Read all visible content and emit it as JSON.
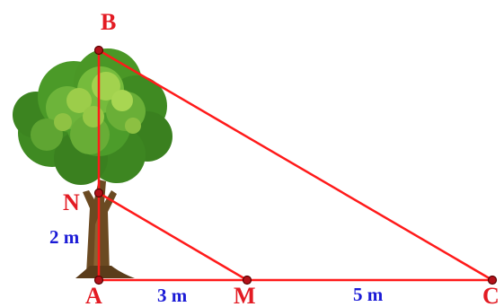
{
  "points": {
    "A": "A",
    "B": "B",
    "C": "C",
    "M": "M",
    "N": "N"
  },
  "lengths": {
    "AN": "2 m",
    "AM": "3 m",
    "MC": "5 m"
  },
  "colors": {
    "segment": "#ff1a1a",
    "point_label": "#e31b23",
    "length_label": "#1b1bd6",
    "foliage_dark": "#3f8a22",
    "foliage_light": "#9fd04a",
    "trunk": "#6b4a22"
  },
  "illustration": {
    "icon": "tree-icon"
  }
}
